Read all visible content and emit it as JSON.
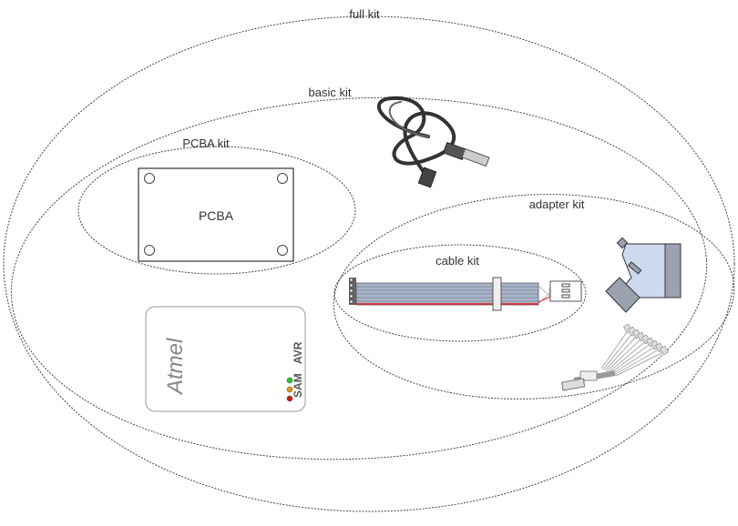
{
  "labels": {
    "full_kit": "full kit",
    "basic_kit": "basic kit",
    "pcba_kit": "PCBA kit",
    "adapter_kit": "adapter kit",
    "cable_kit": "cable kit",
    "pcba": "PCBA"
  },
  "debugger": {
    "logo": "Atmel",
    "avr": "AVR",
    "sam": "SAM",
    "led_colors": [
      "#22cc22",
      "#ee9900",
      "#dd1111"
    ]
  },
  "colors": {
    "cable_blue": "#a9b4c9",
    "cable_red": "#e02020",
    "adapter_fill": "#cdd9ef",
    "adapter_dark": "#9aa2b0"
  }
}
